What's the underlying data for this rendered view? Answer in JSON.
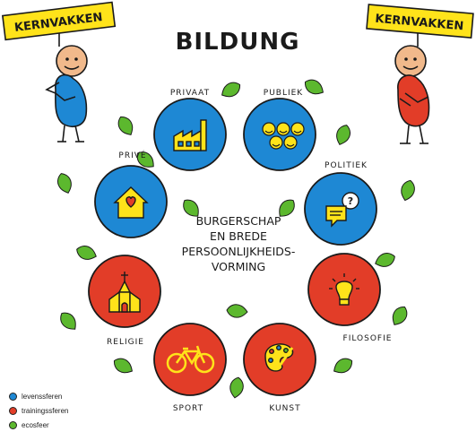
{
  "title": "BILDUNG",
  "center_text": [
    "BURGERSCHAP",
    "EN BREDE",
    "PERSOONLIJKHEIDS-",
    "VORMING"
  ],
  "signs": {
    "left": "KERNVAKKEN",
    "right": "KERNVAKKEN"
  },
  "spheres": [
    {
      "id": "privaat",
      "label": "PRIVAAT",
      "type": "levenssferen",
      "icon": "factory-icon"
    },
    {
      "id": "publiek",
      "label": "PUBLIEK",
      "type": "levenssferen",
      "icon": "smiley-group-icon"
    },
    {
      "id": "prive",
      "label": "PRIVÉ",
      "type": "levenssferen",
      "icon": "house-heart-icon"
    },
    {
      "id": "politiek",
      "label": "POLITIEK",
      "type": "levenssferen",
      "icon": "speech-bubbles-icon"
    },
    {
      "id": "religie",
      "label": "RELIGIE",
      "type": "trainingssferen",
      "icon": "church-icon"
    },
    {
      "id": "filosofie",
      "label": "FILOSOFIE",
      "type": "trainingssferen",
      "icon": "lightbulb-icon"
    },
    {
      "id": "sport",
      "label": "SPORT",
      "type": "trainingssferen",
      "icon": "bicycle-icon"
    },
    {
      "id": "kunst",
      "label": "KUNST",
      "type": "trainingssferen",
      "icon": "palette-icon"
    }
  ],
  "legend": [
    {
      "label": "levenssferen",
      "color": "#1e88d4"
    },
    {
      "label": "trainingssferen",
      "color": "#e23d28"
    },
    {
      "label": "ecosfeer",
      "color": "#5cb82e"
    }
  ],
  "colors": {
    "blue": "#1e88d4",
    "red": "#e23d28",
    "green": "#5cb82e",
    "yellow": "#ffe31a",
    "skin": "#f1b98b"
  }
}
